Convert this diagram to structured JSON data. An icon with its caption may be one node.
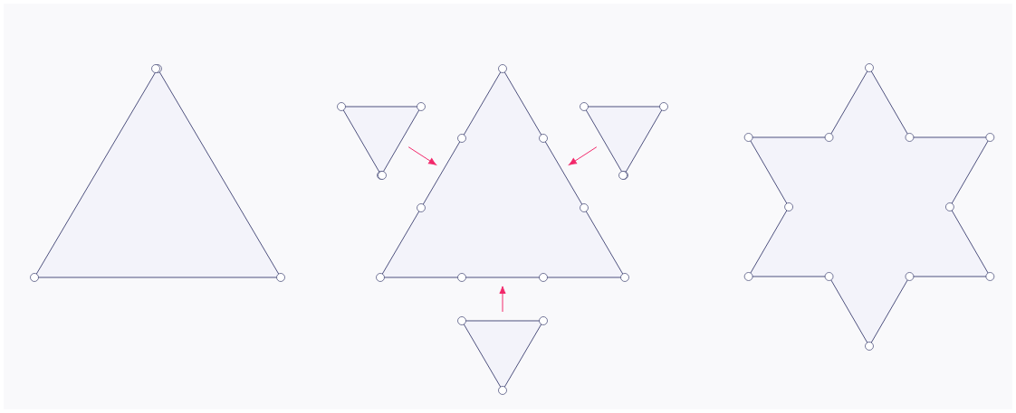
{
  "diagram": {
    "nodes": [
      {
        "text": [],
        "shape": "triangle"
      },
      {
        "text": [],
        "shape": "triangle"
      },
      {
        "text": [],
        "shape": "triangle"
      },
      {
        "text": [],
        "shape": "triangle"
      },
      {
        "text": [],
        "shape": "triangle"
      },
      {
        "text": [],
        "shape": "star"
      }
    ],
    "edges": [
      {
        "from": 2,
        "to": 1,
        "arrow": "to"
      },
      {
        "from": 3,
        "to": 1,
        "arrow": "to"
      },
      {
        "from": 4,
        "to": 1,
        "arrow": "to"
      }
    ]
  }
}
